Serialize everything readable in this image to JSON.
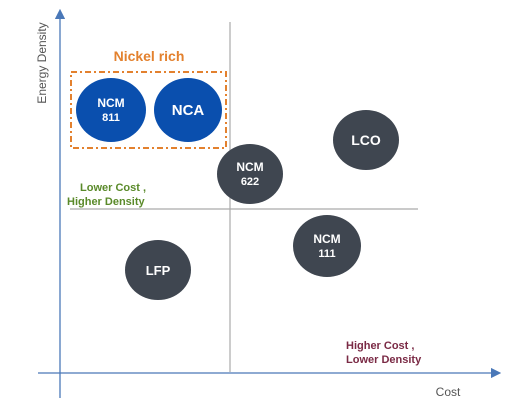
{
  "axes": {
    "y_label": "Energy Density",
    "x_label": "Cost"
  },
  "group": {
    "title": "Nickel rich"
  },
  "quadrant_labels": {
    "top_left": {
      "line1": "Lower Cost ,",
      "line2": "Higher Density"
    },
    "bottom_right": {
      "line1": "Higher Cost ,",
      "line2": "Lower Density"
    }
  },
  "bubbles": {
    "ncm811": {
      "line1": "NCM",
      "line2": "811"
    },
    "nca": {
      "line1": "NCA"
    },
    "ncm622": {
      "line1": "NCM",
      "line2": "622"
    },
    "lco": {
      "line1": "LCO"
    },
    "ncm111": {
      "line1": "NCM",
      "line2": "111"
    },
    "lfp": {
      "line1": "LFP"
    }
  },
  "colors": {
    "axis": "#4a78b8",
    "divider": "#aaaaaa",
    "nickel_rich_fill": "#0a4fae",
    "other_fill": "#3f4650",
    "group_border": "#e3812e",
    "green_label": "#5a8a2a",
    "maroon_label": "#7a2a45"
  }
}
